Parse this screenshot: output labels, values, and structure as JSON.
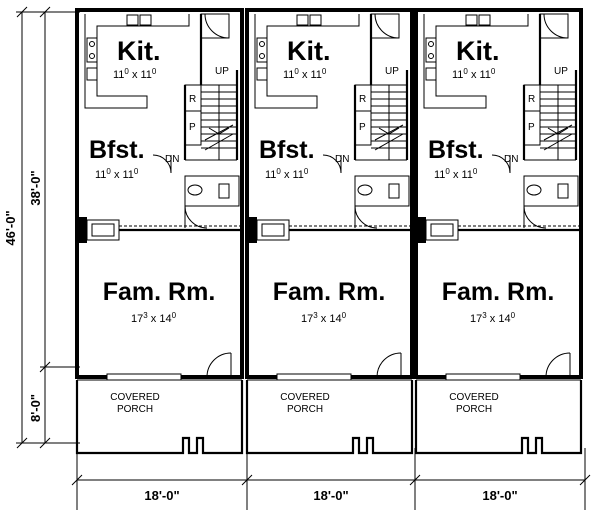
{
  "units": [
    {
      "kitchen": {
        "name": "Kit.",
        "dim_w": "11",
        "dim_w_sup": "0",
        "dim_sep": "x",
        "dim_h": "11",
        "dim_h_sup": "0"
      },
      "breakfast": {
        "name": "Bfst.",
        "dim_w": "11",
        "dim_w_sup": "0",
        "dim_sep": "x",
        "dim_h": "11",
        "dim_h_sup": "0"
      },
      "family": {
        "name": "Fam. Rm.",
        "dim_w": "17",
        "dim_w_sup": "3",
        "dim_sep": "x",
        "dim_h": "14",
        "dim_h_sup": "0"
      },
      "porch": {
        "line1": "COVERED",
        "line2": "PORCH"
      },
      "stair_up": "UP",
      "stair_down": "DN",
      "label_r": "R",
      "label_p": "P",
      "width_label": "18'-0\""
    },
    {
      "kitchen": {
        "name": "Kit.",
        "dim_w": "11",
        "dim_w_sup": "0",
        "dim_sep": "x",
        "dim_h": "11",
        "dim_h_sup": "0"
      },
      "breakfast": {
        "name": "Bfst.",
        "dim_w": "11",
        "dim_w_sup": "0",
        "dim_sep": "x",
        "dim_h": "11",
        "dim_h_sup": "0"
      },
      "family": {
        "name": "Fam. Rm.",
        "dim_w": "17",
        "dim_w_sup": "3",
        "dim_sep": "x",
        "dim_h": "14",
        "dim_h_sup": "0"
      },
      "porch": {
        "line1": "COVERED",
        "line2": "PORCH"
      },
      "stair_up": "UP",
      "stair_down": "DN",
      "label_r": "R",
      "label_p": "P",
      "width_label": "18'-0\""
    },
    {
      "kitchen": {
        "name": "Kit.",
        "dim_w": "11",
        "dim_w_sup": "0",
        "dim_sep": "x",
        "dim_h": "11",
        "dim_h_sup": "0"
      },
      "breakfast": {
        "name": "Bfst.",
        "dim_w": "11",
        "dim_w_sup": "0",
        "dim_sep": "x",
        "dim_h": "11",
        "dim_h_sup": "0"
      },
      "family": {
        "name": "Fam. Rm.",
        "dim_w": "17",
        "dim_w_sup": "3",
        "dim_sep": "x",
        "dim_h": "14",
        "dim_h_sup": "0"
      },
      "porch": {
        "line1": "COVERED",
        "line2": "PORCH"
      },
      "stair_up": "UP",
      "stair_down": "DN",
      "label_r": "R",
      "label_p": "P",
      "width_label": "18'-0\""
    }
  ],
  "overall": {
    "depth_total": "46'-0\"",
    "depth_house": "38'-0\"",
    "depth_porch": "8'-0\""
  }
}
